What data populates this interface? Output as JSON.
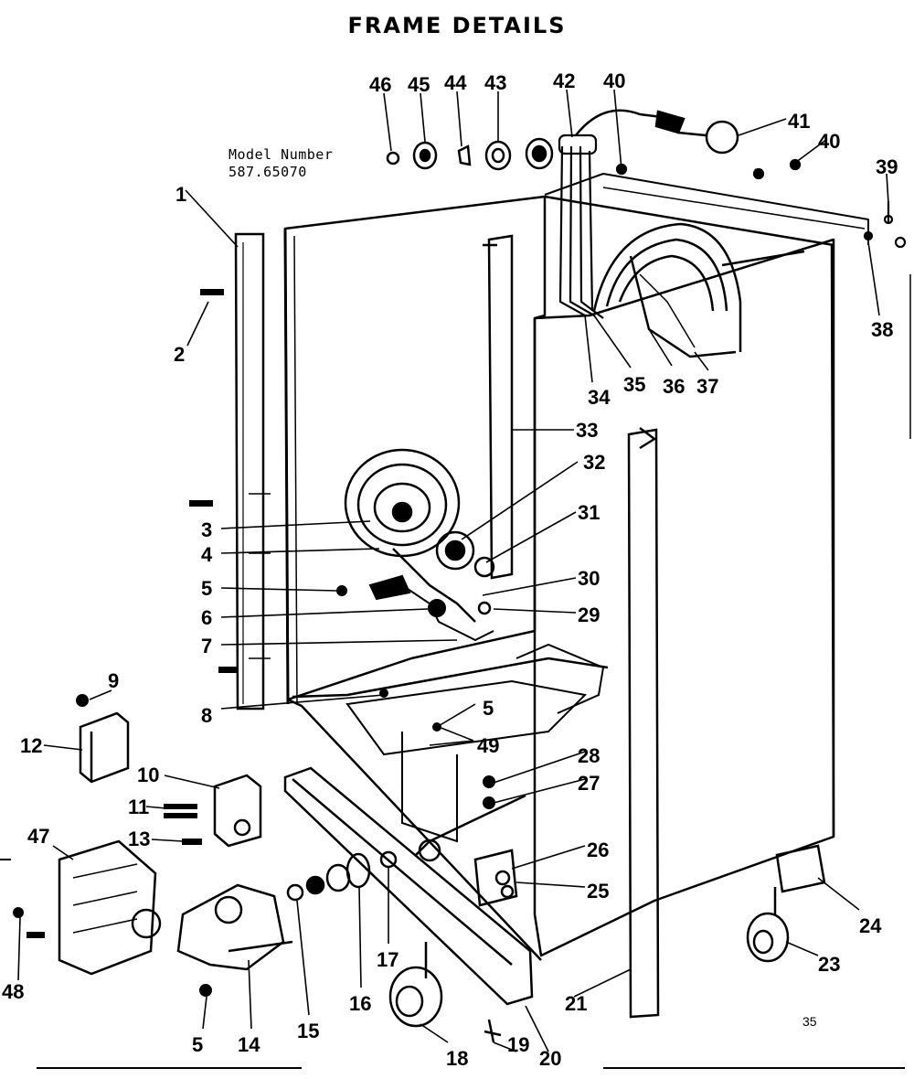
{
  "title": "FRAME DETAILS",
  "model": {
    "label": "Model Number",
    "number": "587.65070"
  },
  "page_number": "35",
  "part_labels": [
    "1",
    "2",
    "3",
    "4",
    "5",
    "6",
    "7",
    "8",
    "9",
    "10",
    "11",
    "12",
    "13",
    "47",
    "48",
    "5",
    "14",
    "15",
    "16",
    "17",
    "18",
    "19",
    "20",
    "21",
    "23",
    "24",
    "25",
    "26",
    "27",
    "28",
    "49",
    "5",
    "29",
    "30",
    "31",
    "32",
    "33",
    "34",
    "35",
    "36",
    "37",
    "38",
    "39",
    "40",
    "41",
    "40",
    "42",
    "43",
    "44",
    "45",
    "46"
  ]
}
